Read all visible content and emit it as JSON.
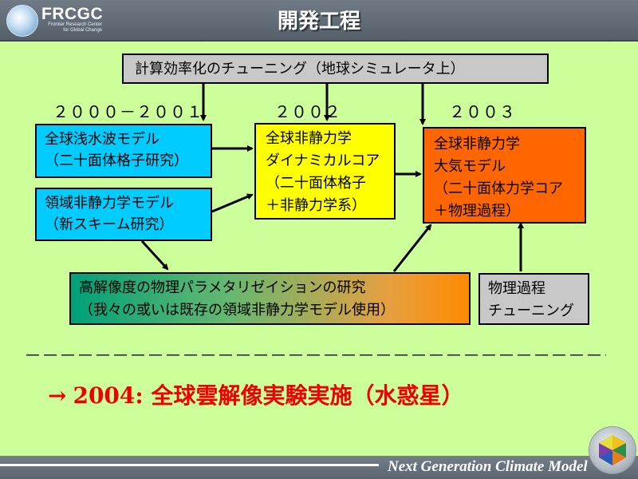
{
  "header": {
    "logo": "FRCGC",
    "logo_sub": "Frontier Research Center for Global Change",
    "title": "開発工程"
  },
  "diagram": {
    "top_box": "計算効率化のチューニング（地球シミュレータ上）",
    "years": [
      "２０００－２００１",
      "２００２",
      "２００３"
    ],
    "shallow_water_model": "全球浅水波モデル\n（二十面体格子研究）",
    "regional_model": "領域非静力学モデル\n（新スキーム研究）",
    "dynamical_core": "全球非静力学\nダイナミカルコア\n（二十面体格子\n＋非静力学系）",
    "atmosphere_model": "全球非静力学\n大気モデル\n（二十面体力学コア\n＋物理過程）",
    "physics_research": "高解像度の物理パラメタリゼイションの研究\n（我々の或いは既存の領域非静力学モデル使用）",
    "physics_tuning": "物理過程\nチューニング",
    "colors": {
      "background": "#ccff99",
      "gray_box": "#c8c8c8",
      "cyan_box": "#00ccff",
      "yellow_box": "#ffff00",
      "orange_box": "#ff6600",
      "result_text": "#ee0000"
    }
  },
  "separator": "－－－－－－－－－－－－－－－－－－－－－－－－－－－－－－－－－－－－－",
  "result": {
    "arrow": "→",
    "text": "2004: 全球雲解像実験実施（水惑星）"
  },
  "footer": {
    "text": "Next Generation Climate Model"
  }
}
